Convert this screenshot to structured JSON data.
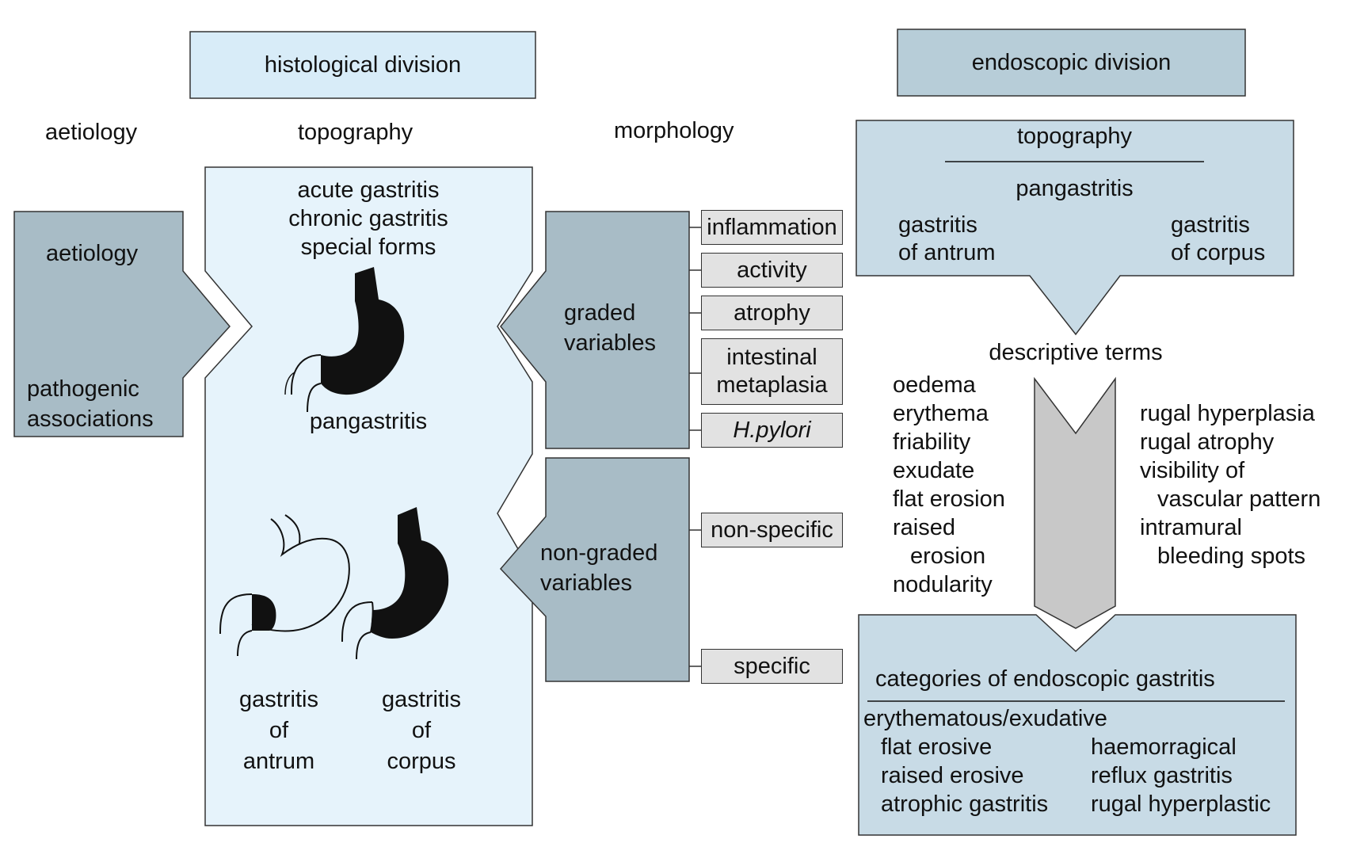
{
  "headers": {
    "histological": "histological division",
    "endoscopic": "endoscopic division"
  },
  "columns": {
    "aetiology": "aetiology",
    "topography": "topography",
    "morphology": "morphology"
  },
  "aetiology_box": {
    "top": "aetiology",
    "bottom_1": "pathogenic",
    "bottom_2": "associations"
  },
  "topography_box": {
    "forms": [
      "acute gastritis",
      "chronic gastritis",
      "special forms"
    ],
    "pangastritis": "pangastritis",
    "antrum": [
      "gastritis",
      "of",
      "antrum"
    ],
    "corpus": [
      "gastritis",
      "of",
      "corpus"
    ]
  },
  "morphology": {
    "graded": [
      "graded",
      "variables"
    ],
    "non_graded": [
      "non-graded",
      "variables"
    ],
    "graded_items": [
      "inflammation",
      "activity",
      "atrophy",
      "intestinal metaplasia",
      "H.pylori"
    ],
    "non_graded_items": [
      "non-specific",
      "specific"
    ]
  },
  "endo_topography": {
    "title": "topography",
    "pangastritis": "pangastritis",
    "antrum": [
      "gastritis",
      "of antrum"
    ],
    "corpus": [
      "gastritis",
      "of corpus"
    ]
  },
  "descriptive": {
    "title": "descriptive terms",
    "left": [
      "oedema",
      "erythema",
      "friability",
      "exudate",
      "flat erosion",
      "raised",
      "erosion",
      "nodularity"
    ],
    "right": [
      "rugal hyperplasia",
      "rugal atrophy",
      "visibility of",
      "vascular pattern",
      "intramural",
      "bleeding spots"
    ]
  },
  "categories": {
    "title": "categories of endoscopic gastritis",
    "first": "erythematous/exudative",
    "left": [
      "flat erosive",
      "raised erosive",
      "atrophic gastritis"
    ],
    "right": [
      "haemorragical",
      "reflux gastritis",
      "rugal hyperplastic"
    ]
  },
  "colors": {
    "light_blue": "#d8ecf8",
    "pale_blue": "#e6f3fb",
    "slate": "#a8bcc6",
    "endo_box": "#c8dbe6",
    "grey_box": "#e2e2e2",
    "arrow_grey": "#c8c8c8"
  }
}
